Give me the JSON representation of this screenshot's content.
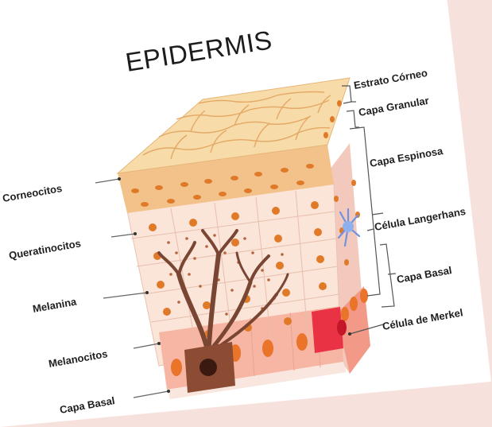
{
  "title": "EPIDERMIS",
  "labels": {
    "left": {
      "corneocitos": "Corneocitos",
      "queratinocitos": "Queratinocitos",
      "melanina": "Melanina",
      "melanocitos": "Melanocitos",
      "capa_basal": "Capa Basal"
    },
    "right": {
      "estrato_corneo": "Estrato Córneo",
      "capa_granular": "Capa Granular",
      "capa_espinosa": "Capa Espinosa",
      "celula_langerhans": "Célula Langerhans",
      "capa_basal": "Capa Basal",
      "celula_merkel": "Célula de Merkel"
    }
  },
  "colors": {
    "background": "#f7e1dd",
    "page": "#ffffff",
    "stratum_corneum": "#f6d8a8",
    "granular_layer": "#f3c58e",
    "spinous_layer": "#fbe3d7",
    "basal_layer": "#f7b9a9",
    "nucleus": "#e07a28",
    "melanocyte": "#7a4634",
    "langerhans": "#7fa3e6",
    "merkel": "#e8243a",
    "leader_line": "#555555"
  }
}
